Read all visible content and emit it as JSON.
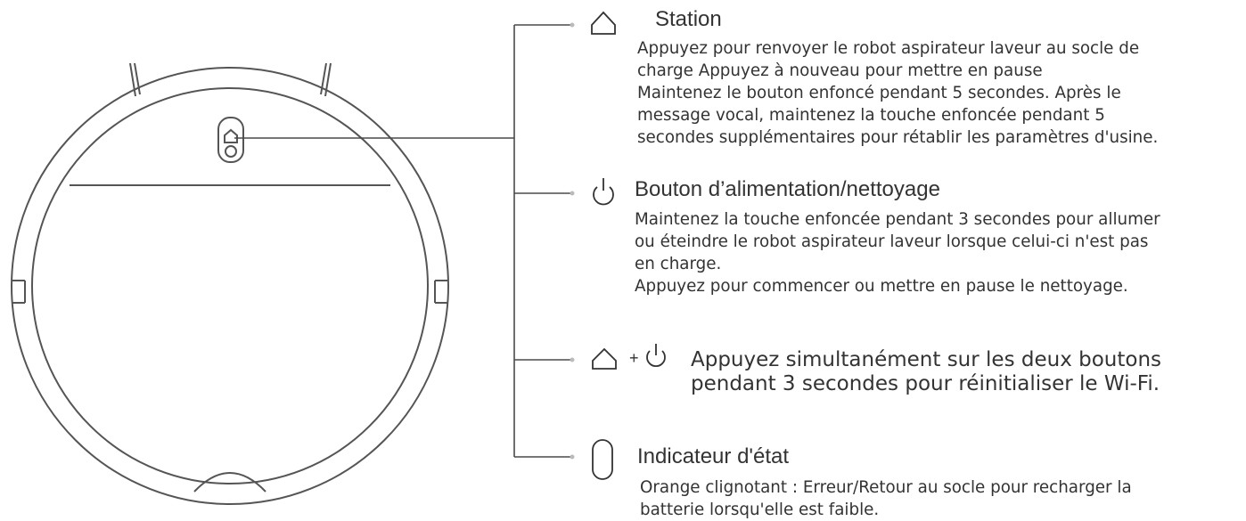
{
  "callouts": [
    {
      "heading": "Station",
      "icon": "home-icon",
      "lines": [
        "Appuyez pour renvoyer le robot aspirateur laveur au socle de",
        "charge Appuyez à nouveau pour mettre en pause",
        "Maintenez le bouton enfoncé pendant 5 secondes. Après le",
        "message vocal, maintenez la touche enfoncée pendant 5",
        "secondes supplémentaires pour rétablir les paramètres d'usine."
      ]
    },
    {
      "heading": "Bouton d’alimentation/nettoyage",
      "icon": "power-icon",
      "lines": [
        "Maintenez la touche enfoncée pendant 3 secondes pour allumer",
        "ou éteindre le robot aspirateur laveur lorsque celui-ci n'est pas",
        "en charge.",
        "Appuyez pour commencer ou mettre en pause le nettoyage."
      ]
    },
    {
      "heading": "",
      "icon": "home-plus-power-icon",
      "plus": "+",
      "lines": [
        "Appuyez simultanément sur les deux boutons",
        "pendant 3 secondes pour réinitialiser le Wi-Fi."
      ]
    },
    {
      "heading": "Indicateur d'état",
      "icon": "status-indicator-icon",
      "lines": [
        "Orange clignotant : Erreur/Retour au socle pour recharger la",
        "batterie lorsqu'elle est faible."
      ]
    }
  ],
  "colors": {
    "line": "#4a4a4a",
    "text": "#333333"
  }
}
